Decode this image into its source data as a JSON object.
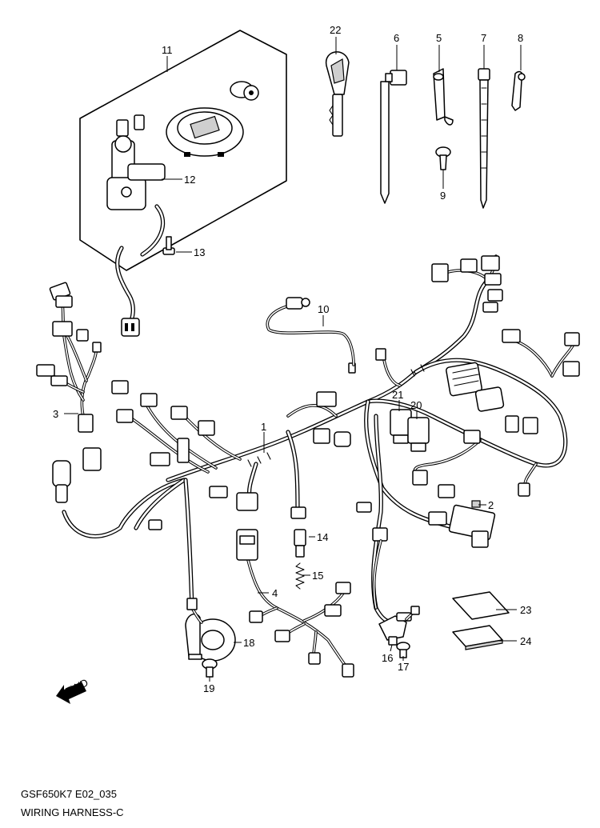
{
  "caption": {
    "code": "GSF650K7 E02_035",
    "title": "WIRING HARNESS-C"
  },
  "direction_badge": "FWD",
  "callouts": {
    "c1": "1",
    "c2": "2",
    "c3": "3",
    "c4": "4",
    "c5": "5",
    "c6": "6",
    "c7": "7",
    "c8": "8",
    "c9": "9",
    "c10": "10",
    "c11": "11",
    "c12": "12",
    "c13": "13",
    "c14": "14",
    "c15": "15",
    "c16": "16",
    "c17": "17",
    "c18": "18",
    "c19": "19",
    "c20": "20",
    "c21": "21",
    "c22": "22",
    "c23": "23",
    "c24": "24"
  }
}
